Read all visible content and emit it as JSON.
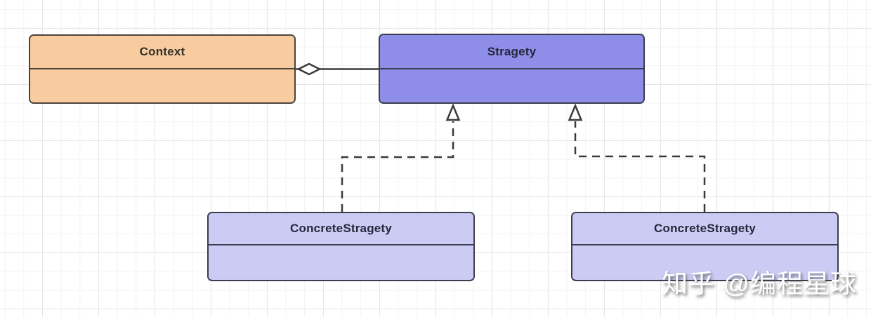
{
  "diagram": {
    "type": "uml-class-diagram",
    "pattern": "Strategy pattern",
    "nodes": [
      {
        "id": "context",
        "label": "Context",
        "fill": "#f8cc9e",
        "border": "#4c443d",
        "sections": 2
      },
      {
        "id": "stragety",
        "label": "Stragety",
        "fill": "#8e8ee9",
        "border": "#3c3c50",
        "sections": 2
      },
      {
        "id": "concrete-stragety-left",
        "label": "ConcreteStragety",
        "fill": "#cbcbf4",
        "border": "#3d3d50",
        "sections": 2
      },
      {
        "id": "concrete-stragety-right",
        "label": "ConcreteStragety",
        "fill": "#cbcbf4",
        "border": "#3d3d50",
        "sections": 2
      }
    ],
    "edges": [
      {
        "from": "context",
        "to": "stragety",
        "type": "aggregation",
        "line": "solid",
        "marker": "hollow-diamond",
        "marker_at": "source"
      },
      {
        "from": "concrete-stragety-left",
        "to": "stragety",
        "type": "realization",
        "line": "dashed",
        "marker": "hollow-triangle",
        "marker_at": "target"
      },
      {
        "from": "concrete-stragety-right",
        "to": "stragety",
        "type": "realization",
        "line": "dashed",
        "marker": "hollow-triangle",
        "marker_at": "target"
      }
    ],
    "connector_color": "#3b3b3b",
    "grid_major_color": "#e6e6ec",
    "grid_minor_color": "#f3f3f7",
    "background_color": "#ffffff"
  },
  "watermark": {
    "text": "知乎 @编程星球",
    "color": "#ffffff"
  }
}
